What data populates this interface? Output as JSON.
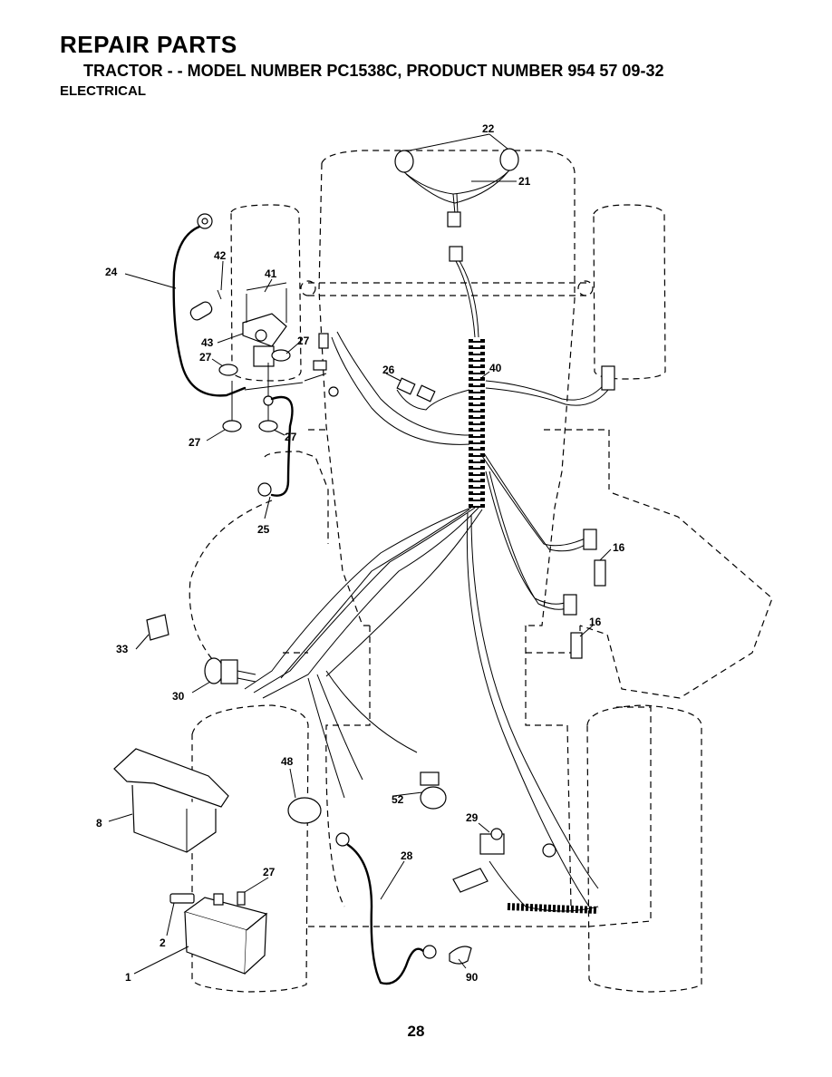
{
  "header": {
    "title": "REPAIR PARTS",
    "subtitle": "TRACTOR - - MODEL NUMBER PC1538C, PRODUCT NUMBER 954 57 09-32",
    "section": "ELECTRICAL"
  },
  "callouts": {
    "c22": "22",
    "c21": "21",
    "c42": "42",
    "c41": "41",
    "c24": "24",
    "c43": "43",
    "c27a": "27",
    "c27b": "27",
    "c27c": "27",
    "c27d": "27",
    "c27e": "27",
    "c26": "26",
    "c40": "40",
    "c25": "25",
    "c16a": "16",
    "c16b": "16",
    "c33": "33",
    "c30": "30",
    "c48": "48",
    "c52": "52",
    "c8": "8",
    "c29": "29",
    "c28": "28",
    "c2": "2",
    "c1": "1",
    "c90": "90"
  },
  "page_number": "28"
}
